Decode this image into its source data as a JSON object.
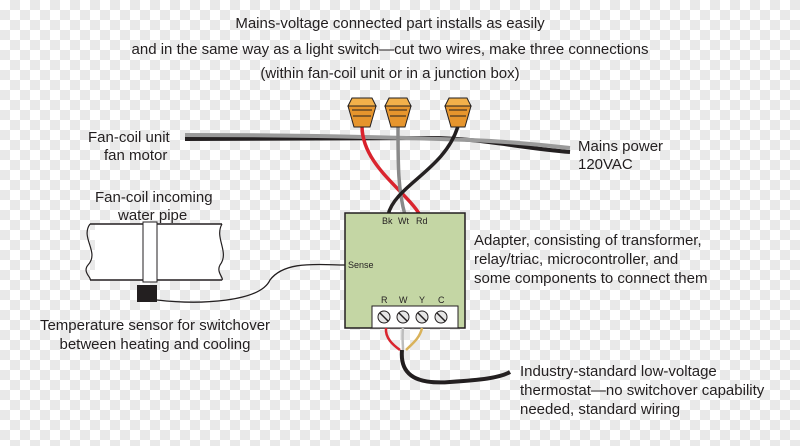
{
  "header": {
    "line1": "Mains-voltage connected part installs as easily",
    "line2": "and in the same way as a light switch—cut two wires, make three connections",
    "line3": "(within fan-coil unit or in a junction box)"
  },
  "labels": {
    "fan_coil_motor": [
      "Fan-coil unit",
      "fan motor"
    ],
    "mains_power": [
      "Mains power",
      "120VAC"
    ],
    "water_pipe": [
      "Fan-coil incoming",
      "water pipe"
    ],
    "adapter": [
      "Adapter, consisting of transformer,",
      "relay/triac, microcontroller, and",
      "some components to connect them"
    ],
    "temp_sensor": [
      "Temperature sensor for switchover",
      "between heating and cooling"
    ],
    "thermostat": [
      "Industry-standard low-voltage",
      "thermostat—no switchover capability",
      "needed, standard wiring"
    ]
  },
  "adapter_box": {
    "top_terminals": [
      "Bk",
      "Wt",
      "Rd"
    ],
    "sense_label": "Sense",
    "bottom_terminals": [
      "R",
      "W",
      "Y",
      "C"
    ]
  },
  "colors": {
    "box_fill": "#c4d6a4",
    "wire_red": "#d9232d",
    "wire_gray": "#8a8a8a",
    "wire_black": "#231f20",
    "wire_yellow": "#d9b25a",
    "connector_orange": "#e6952d"
  }
}
